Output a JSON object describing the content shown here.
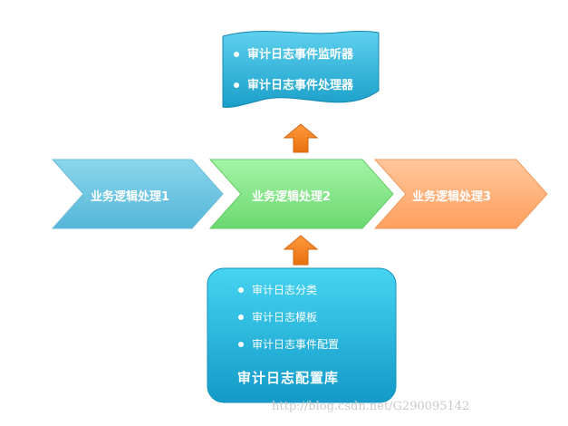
{
  "banner": {
    "items": [
      "审计日志事件监听器",
      "审计日志事件处理器"
    ]
  },
  "chevrons": [
    {
      "label": "业务逻辑处理1",
      "color": "#6cc7e3"
    },
    {
      "label": "业务逻辑处理2",
      "color": "#8be88f"
    },
    {
      "label": "业务逻辑处理3",
      "color": "#ffb07a"
    }
  ],
  "config_box": {
    "items": [
      "审计日志分类",
      "审计日志模板",
      "审计日志事件配置"
    ],
    "title": "审计日志配置库"
  },
  "arrow_color": "#f07d1e",
  "watermark": "http://blog.csdn.net/G290095142"
}
